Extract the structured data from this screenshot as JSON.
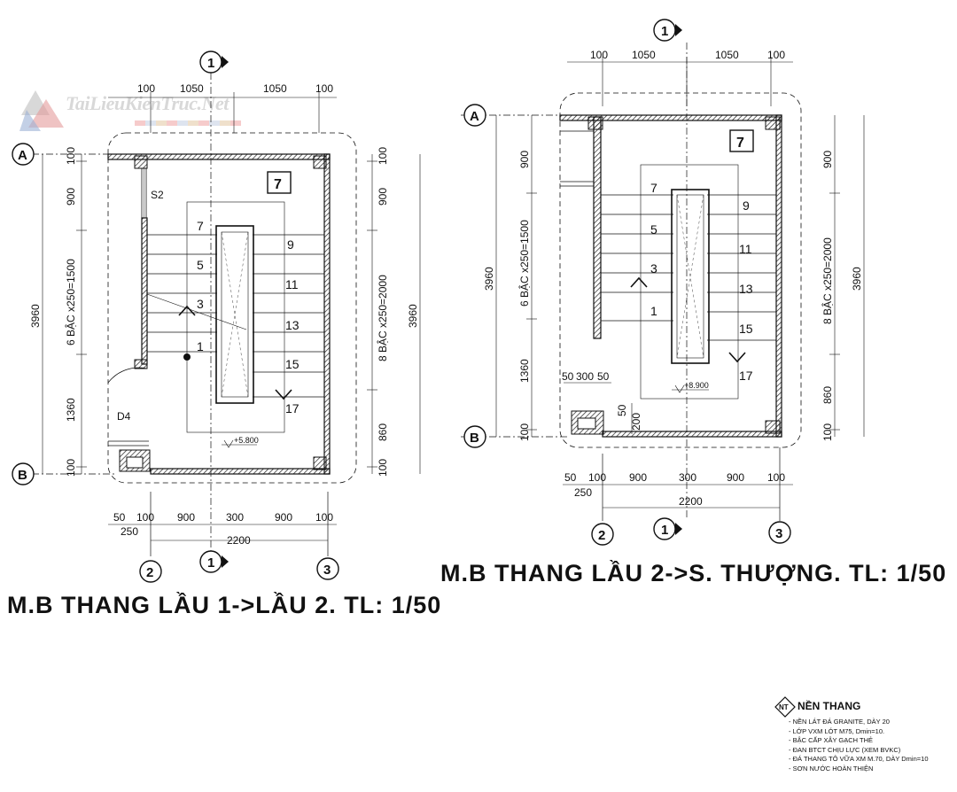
{
  "watermark": {
    "text": "TaiLieuKienTruc.Net"
  },
  "titles": {
    "plan_1": "M.B THANG LẦU 1->LẦU 2. TL: 1/50",
    "plan_2": "M.B THANG LẦU 2->S. THƯỢNG. TL: 1/50"
  },
  "grid": {
    "axis_a": "A",
    "axis_b": "B",
    "axis_1": "1",
    "axis_2": "2",
    "axis_3": "3"
  },
  "plan_1": {
    "top_dims": [
      "100",
      "1050",
      "1050",
      "100"
    ],
    "left_dims": [
      "100",
      "900",
      "6 BẬC x250=1500",
      "1360",
      "100"
    ],
    "left_overall": "3960",
    "right_dims": [
      "100",
      "900",
      "8 BẬC x250=2000",
      "860",
      "100"
    ],
    "right_overall": "3960",
    "bottom_dims": [
      "50",
      "100",
      "900",
      "300",
      "900",
      "100"
    ],
    "bottom_extra": "250",
    "bottom_overall": "2200",
    "steps_left": [
      "7",
      "5",
      "3",
      "1"
    ],
    "steps_right": [
      "9",
      "11",
      "13",
      "15",
      "17"
    ],
    "room_tag": "7",
    "labels": {
      "window": "S2",
      "door": "D4"
    },
    "level": "+5.800"
  },
  "plan_2": {
    "top_dims": [
      "100",
      "1050",
      "1050",
      "100"
    ],
    "left_dims": [
      "900",
      "6 BẬC x250=1500",
      "1360",
      "100"
    ],
    "left_overall": "3960",
    "right_dims": [
      "900",
      "8 BẬC x250=2000",
      "860",
      "100"
    ],
    "right_overall": "3960",
    "bottom_dims": [
      "50",
      "100",
      "900",
      "300",
      "900",
      "100"
    ],
    "bottom_extra": "250",
    "bottom_overall": "2200",
    "small_dims": [
      "50",
      "300",
      "50",
      "50",
      "200"
    ],
    "steps_left": [
      "7",
      "5",
      "3",
      "1"
    ],
    "steps_right": [
      "9",
      "11",
      "13",
      "15",
      "17"
    ],
    "room_tag": "7",
    "level": "+8.900"
  },
  "legend": {
    "tag": "NT",
    "title": "NỀN THANG",
    "items": [
      "- NỀN LÁT ĐÁ GRANITE, DÀY 20",
      "- LỚP VXM LÓT M75, Dmin=10.",
      "- BẬC CẤP XÂY GẠCH THẺ",
      "- ĐAN BTCT CHỊU LỰC (XEM BVKC)",
      "- ĐÁ THANG TÔ VỮA XM M.70, DÀY Dmin=10",
      "- SƠN NƯỚC HOÀN THIỆN"
    ]
  }
}
